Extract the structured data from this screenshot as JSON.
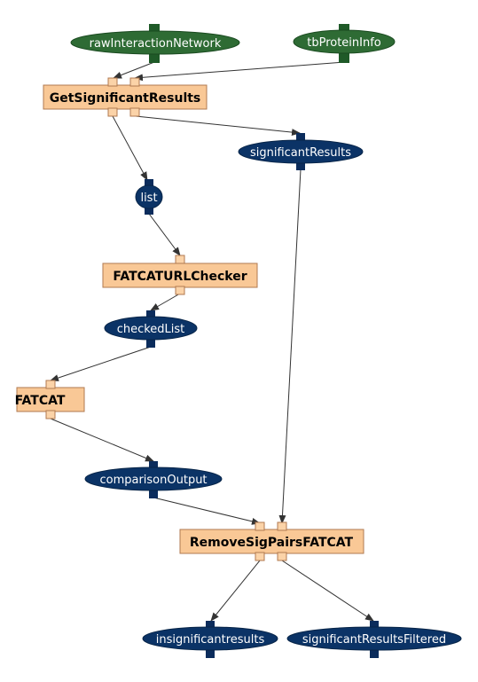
{
  "colors": {
    "input_fill": "#2e6b34",
    "input_port": "#1f5a28",
    "output_fill": "#0b3366",
    "output_port": "#0b2c5c",
    "processor_fill": "#f9c896",
    "processor_stroke": "#b07a50",
    "processor_port": "#fbd3a8",
    "edge": "#333333"
  },
  "nodes": {
    "raw_interaction_network": {
      "label": "rawInteractionNetwork",
      "kind": "input",
      "icon": "workflow-input-icon"
    },
    "tb_protein_info": {
      "label": "tbProteinInfo",
      "kind": "input",
      "icon": "workflow-input-icon"
    },
    "get_significant_results": {
      "label": "GetSignificantResults",
      "kind": "processor"
    },
    "significant_results": {
      "label": "significantResults",
      "kind": "output"
    },
    "list": {
      "label": "list",
      "kind": "output"
    },
    "fatcat_url_checker": {
      "label": "FATCATURLChecker",
      "kind": "processor"
    },
    "checked_list": {
      "label": "checkedList",
      "kind": "output"
    },
    "fatcat": {
      "label": "FATCAT",
      "kind": "processor"
    },
    "comparison_output": {
      "label": "comparisonOutput",
      "kind": "output"
    },
    "remove_sig_pairs_fatcat": {
      "label": "RemoveSigPairsFATCAT",
      "kind": "processor"
    },
    "insignificant_results": {
      "label": "insignificantresults",
      "kind": "output"
    },
    "significant_results_filtered": {
      "label": "significantResultsFiltered",
      "kind": "output"
    }
  },
  "edges": [
    {
      "from": "rawInteractionNetwork",
      "to": "GetSignificantResults"
    },
    {
      "from": "tbProteinInfo",
      "to": "GetSignificantResults"
    },
    {
      "from": "GetSignificantResults",
      "to": "list"
    },
    {
      "from": "GetSignificantResults",
      "to": "significantResults"
    },
    {
      "from": "list",
      "to": "FATCATURLChecker"
    },
    {
      "from": "FATCATURLChecker",
      "to": "checkedList"
    },
    {
      "from": "checkedList",
      "to": "FATCAT"
    },
    {
      "from": "FATCAT",
      "to": "comparisonOutput"
    },
    {
      "from": "comparisonOutput",
      "to": "RemoveSigPairsFATCAT"
    },
    {
      "from": "significantResults",
      "to": "RemoveSigPairsFATCAT"
    },
    {
      "from": "RemoveSigPairsFATCAT",
      "to": "insignificantresults"
    },
    {
      "from": "RemoveSigPairsFATCAT",
      "to": "significantResultsFiltered"
    }
  ]
}
